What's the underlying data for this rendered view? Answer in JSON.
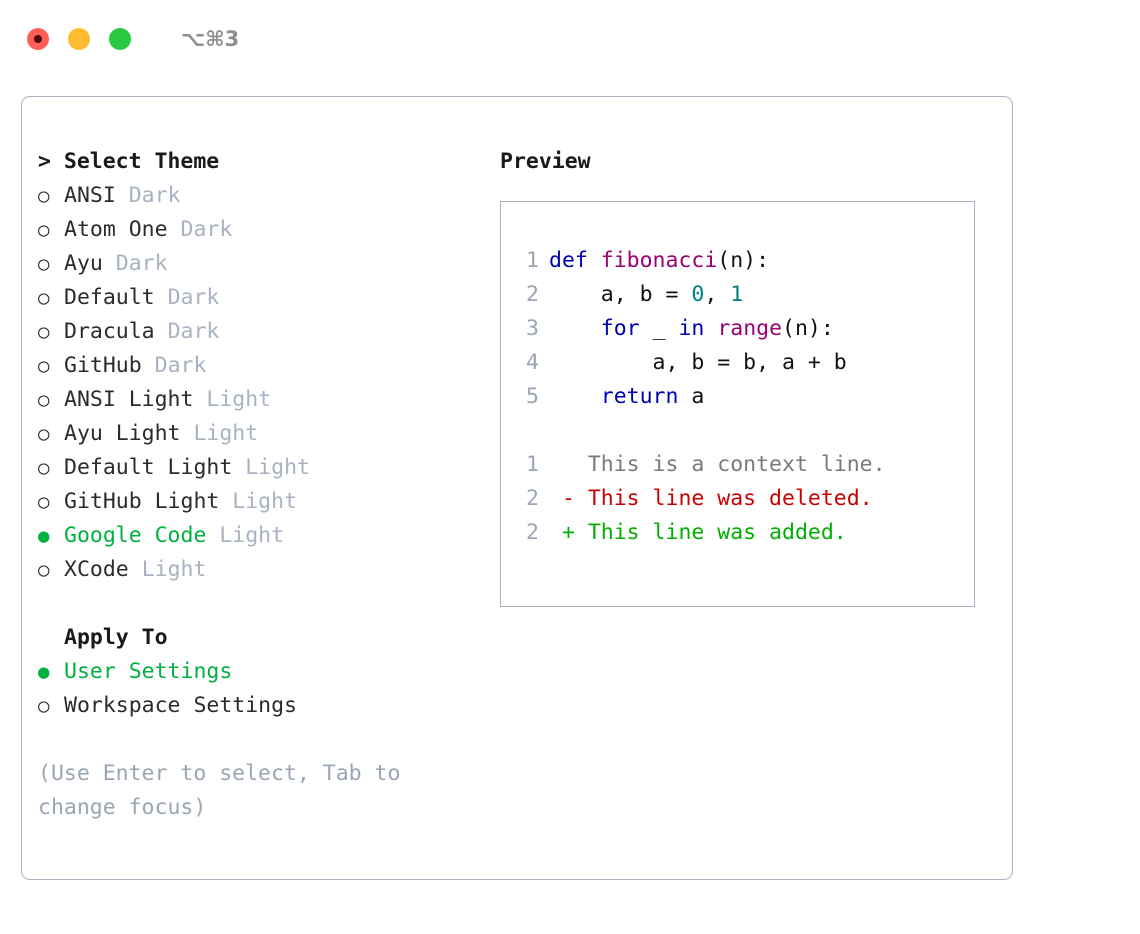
{
  "window": {
    "title": "⌥⌘3",
    "buttons": [
      "close",
      "minimize",
      "zoom"
    ]
  },
  "theme_list": {
    "header": "> Select Theme",
    "items": [
      {
        "marker": "○",
        "name": "ANSI",
        "tag": "Dark",
        "selected": false
      },
      {
        "marker": "○",
        "name": "Atom One",
        "tag": "Dark",
        "selected": false
      },
      {
        "marker": "○",
        "name": "Ayu",
        "tag": "Dark",
        "selected": false
      },
      {
        "marker": "○",
        "name": "Default",
        "tag": "Dark",
        "selected": false
      },
      {
        "marker": "○",
        "name": "Dracula",
        "tag": "Dark",
        "selected": false
      },
      {
        "marker": "○",
        "name": "GitHub",
        "tag": "Dark",
        "selected": false
      },
      {
        "marker": "○",
        "name": "ANSI Light",
        "tag": "Light",
        "selected": false
      },
      {
        "marker": "○",
        "name": "Ayu Light",
        "tag": "Light",
        "selected": false
      },
      {
        "marker": "○",
        "name": "Default Light",
        "tag": "Light",
        "selected": false
      },
      {
        "marker": "○",
        "name": "GitHub Light",
        "tag": "Light",
        "selected": false
      },
      {
        "marker": "●",
        "name": "Google Code",
        "tag": "Light",
        "selected": true
      },
      {
        "marker": "○",
        "name": "XCode",
        "tag": "Light",
        "selected": false
      }
    ]
  },
  "apply_to": {
    "header": "Apply To",
    "options": [
      {
        "marker": "●",
        "label": "User Settings",
        "selected": true
      },
      {
        "marker": "○",
        "label": "Workspace Settings",
        "selected": false
      }
    ]
  },
  "hint": "(Use Enter to select, Tab to change focus)",
  "preview": {
    "title": "Preview",
    "code_lines": [
      {
        "num": "1",
        "tokens": [
          {
            "text": "def ",
            "cls": "tok-kw"
          },
          {
            "text": "fibonacci",
            "cls": "tok-fn"
          },
          {
            "text": "(n):",
            "cls": "tok-txt"
          }
        ]
      },
      {
        "num": "2",
        "tokens": [
          {
            "text": "    a, b = ",
            "cls": "tok-txt"
          },
          {
            "text": "0",
            "cls": "tok-num"
          },
          {
            "text": ", ",
            "cls": "tok-txt"
          },
          {
            "text": "1",
            "cls": "tok-num"
          }
        ]
      },
      {
        "num": "3",
        "tokens": [
          {
            "text": "    ",
            "cls": "tok-txt"
          },
          {
            "text": "for",
            "cls": "tok-kw"
          },
          {
            "text": " _ ",
            "cls": "tok-txt"
          },
          {
            "text": "in",
            "cls": "tok-kw"
          },
          {
            "text": " ",
            "cls": "tok-txt"
          },
          {
            "text": "range",
            "cls": "tok-fn"
          },
          {
            "text": "(n):",
            "cls": "tok-txt"
          }
        ]
      },
      {
        "num": "4",
        "tokens": [
          {
            "text": "        a, b = b, a + b",
            "cls": "tok-txt"
          }
        ]
      },
      {
        "num": "5",
        "tokens": [
          {
            "text": "    ",
            "cls": "tok-txt"
          },
          {
            "text": "return",
            "cls": "tok-kw"
          },
          {
            "text": " a",
            "cls": "tok-txt"
          }
        ]
      }
    ],
    "diff_lines": [
      {
        "num": "1",
        "text": "   This is a context line.",
        "cls": "diff-ctx"
      },
      {
        "num": "2",
        "text": " - This line was deleted.",
        "cls": "diff-del"
      },
      {
        "num": "2",
        "text": " + This line was added.",
        "cls": "diff-add"
      }
    ]
  },
  "colors": {
    "accent_green": "#00b13f",
    "border": "#a8b2c1",
    "muted": "#9aa5b5",
    "keyword": "#0000b3",
    "function": "#990073",
    "number": "#008080",
    "diff_add": "#00b000",
    "diff_del": "#cc0000"
  }
}
